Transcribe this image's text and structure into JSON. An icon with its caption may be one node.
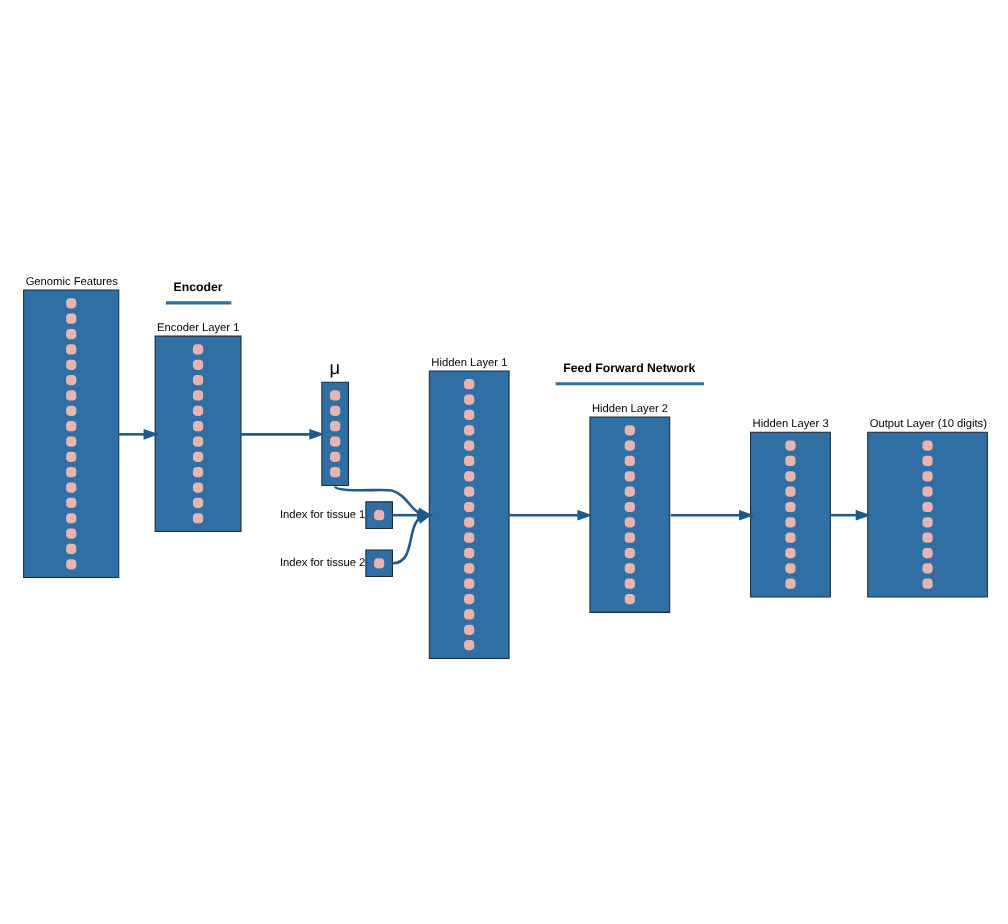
{
  "diagram": {
    "nodes": [
      {
        "text": [
          "Genomic Features"
        ]
      },
      {
        "text": [
          "Encoder Layer 1"
        ]
      },
      {
        "text": [
          "μ"
        ]
      },
      {
        "text": [
          "Hidden Layer 1"
        ]
      },
      {
        "text": [
          "Hidden Layer 2"
        ]
      },
      {
        "text": [
          "Hidden Layer 3"
        ]
      },
      {
        "text": [
          "Output Layer (10 digits)"
        ]
      },
      {
        "text": [],
        "shape": "box",
        "beside": [
          "Index for tissue 1"
        ]
      },
      {
        "text": [],
        "shape": "box",
        "beside": [
          "Index for tissue 2"
        ]
      }
    ],
    "edges": [
      {
        "from": 0,
        "to": 1,
        "arrow": "to"
      },
      {
        "from": 1,
        "to": 2,
        "arrow": "to"
      },
      {
        "from": 2,
        "to": 3,
        "arrow": "to"
      },
      {
        "from": 3,
        "to": 4,
        "arrow": "to"
      },
      {
        "from": 4,
        "to": 5,
        "arrow": "to"
      },
      {
        "from": 5,
        "to": 6,
        "arrow": "to"
      },
      {
        "from": 7,
        "to": 3,
        "arrow": "to"
      },
      {
        "from": 8,
        "to": 3,
        "arrow": "to"
      }
    ],
    "labels": [
      "Encoder",
      "Feed Forward Network"
    ]
  }
}
